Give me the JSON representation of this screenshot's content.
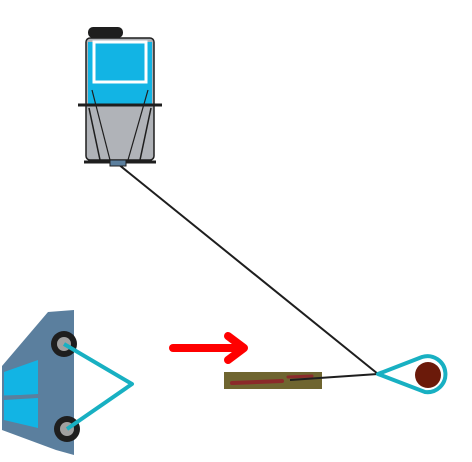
{
  "scene": {
    "background": "#ffffff",
    "elements": [
      {
        "name": "tow-truck",
        "kind": "vehicle",
        "view": "rear",
        "colors": {
          "cab": "#b0b3b8",
          "glass": "#12b4e4",
          "outline": "#1e1e1e"
        }
      },
      {
        "name": "tow-cable",
        "kind": "line",
        "color": "#1e1e1e"
      },
      {
        "name": "stuck-car",
        "kind": "vehicle",
        "view": "side-tilted",
        "colors": {
          "body": "#5b7f9e",
          "glass": "#12b4e4",
          "wheel": "#a0a0a0"
        }
      },
      {
        "name": "car-harness",
        "kind": "rope",
        "color": "#18b0c2"
      },
      {
        "name": "direction-arrow",
        "kind": "arrow",
        "icon": "right-arrow-icon",
        "color": "#ff0000"
      },
      {
        "name": "log-obstacle",
        "kind": "log",
        "colors": {
          "bark": "#6f6530",
          "marks": "#8b2a2a"
        }
      },
      {
        "name": "pulley",
        "kind": "pulley",
        "colors": {
          "hub": "#6b1a0a",
          "loop": "#18b0c2"
        }
      }
    ]
  }
}
